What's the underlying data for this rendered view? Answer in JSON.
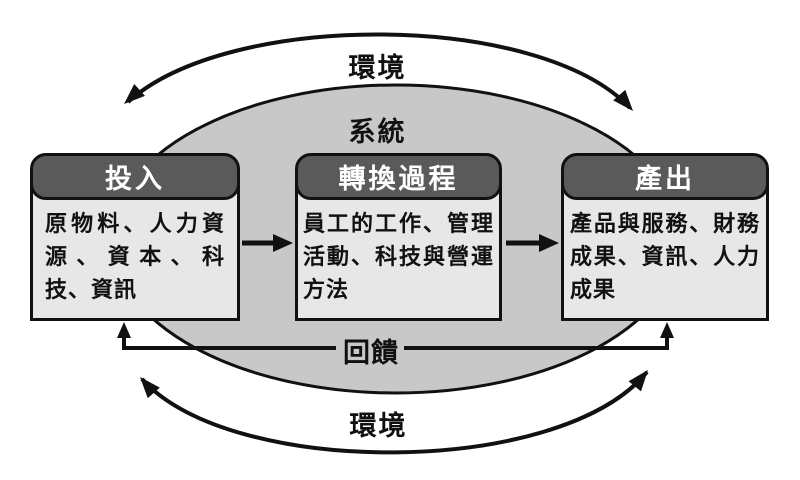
{
  "diagram": {
    "labels": {
      "environment_top": "環境",
      "system": "系統",
      "feedback": "回饋",
      "environment_bottom": "環境"
    },
    "boxes": [
      {
        "title": "投入",
        "body": "原物料、人力資源、資本、科技、資訊"
      },
      {
        "title": "轉換過程",
        "body": "員工的工作、管理活動、科技與營運方法"
      },
      {
        "title": "產出",
        "body": "產品與服務、財務成果、資訊、人力成果"
      }
    ],
    "colors": {
      "background": "#ffffff",
      "ellipse_fill": "#c8c8c8",
      "box_body_bg": "#e7e7e7",
      "header_bg": "#5a5a5a",
      "header_text": "#ffffff",
      "body_text": "#111111",
      "line": "#111111"
    }
  }
}
